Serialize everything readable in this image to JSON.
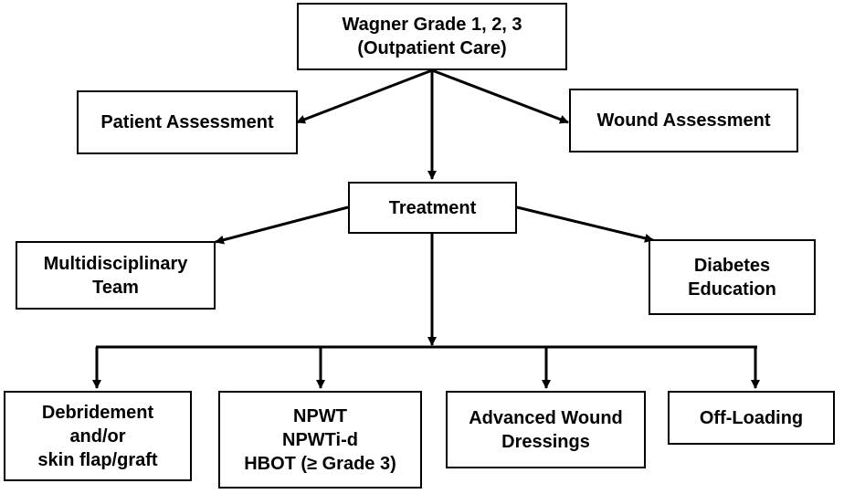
{
  "colors": {
    "line": "#000000",
    "box_border": "#000000",
    "box_fill": "#ffffff",
    "text": "#000000"
  },
  "nodes": {
    "top": {
      "lines": [
        "Wagner Grade 1, 2, 3",
        "(Outpatient Care)"
      ]
    },
    "patient_assessment": {
      "lines": [
        "Patient Assessment"
      ]
    },
    "wound_assessment": {
      "lines": [
        "Wound Assessment"
      ]
    },
    "treatment": {
      "lines": [
        "Treatment"
      ]
    },
    "multidisciplinary_team": {
      "lines": [
        "Multidisciplinary",
        "Team"
      ]
    },
    "diabetes_education": {
      "lines": [
        "Diabetes",
        "Education"
      ]
    },
    "debridement": {
      "lines": [
        "Debridement",
        "and/or",
        "skin flap/graft"
      ]
    },
    "npwt": {
      "lines": [
        "NPWT",
        "NPWTi-d",
        "HBOT (≥ Grade 3)"
      ]
    },
    "advanced_dressings": {
      "lines": [
        "Advanced Wound",
        "Dressings"
      ]
    },
    "off_loading": {
      "lines": [
        "Off-Loading"
      ]
    }
  }
}
